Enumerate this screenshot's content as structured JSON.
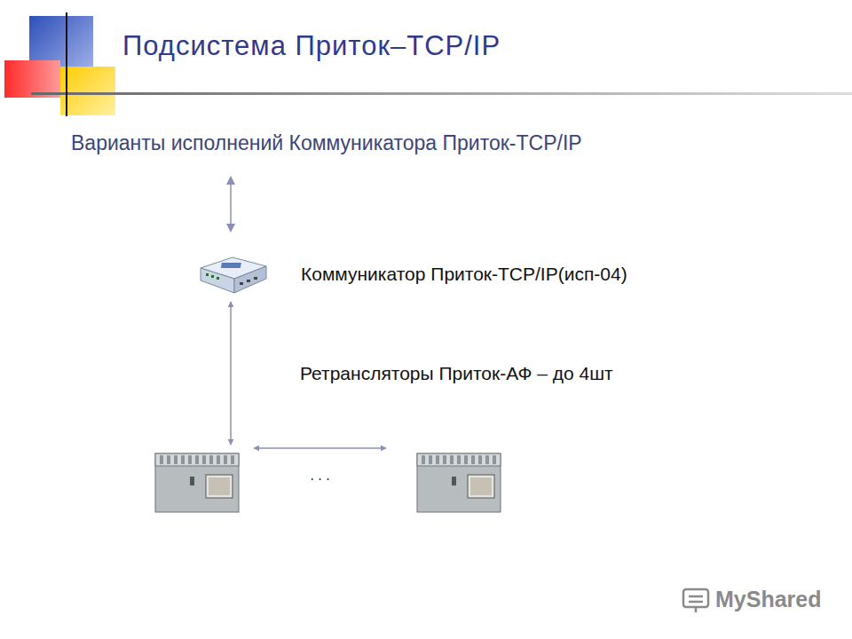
{
  "diagram": {
    "title": "Подсистема Приток–TCP/IP",
    "nodes": [
      {
        "text": [
          "Коммуникатор Приток-TCP/IP(исп-04)"
        ]
      },
      {
        "text": []
      },
      {
        "text": []
      }
    ],
    "edges": [
      {
        "from": 0,
        "to": 1,
        "arrow": "both"
      },
      {
        "from": 1,
        "to": 2,
        "label": ". . .",
        "arrow": "both"
      }
    ],
    "labels": [
      "Варианты исполнений Коммуникатора Приток-TCP/IP",
      "Ретрансляторы Приток-АФ – до 4шт",
      "MyShared"
    ]
  }
}
